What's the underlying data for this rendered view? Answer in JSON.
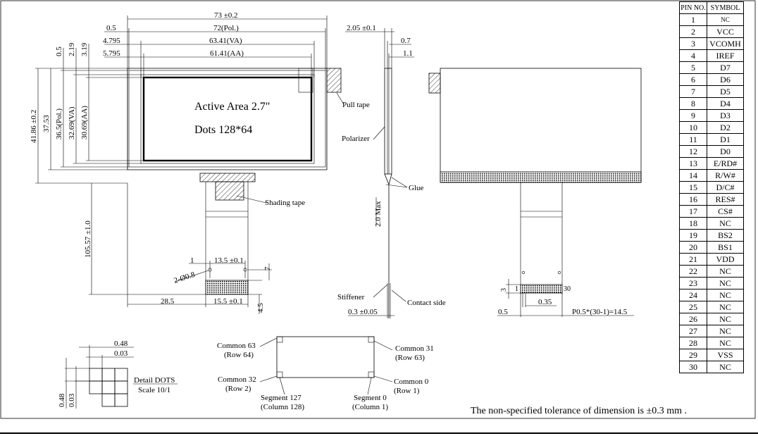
{
  "front_view": {
    "dims": {
      "overall_width": "73 ±0.2",
      "pol_width": "72(Pol.)",
      "va_width": "63.41(VA)",
      "aa_width": "61.41(AA)",
      "left_offset_1": "0.5",
      "left_offset_2": "4.795",
      "left_offset_3": "5.795",
      "top_offset_1": "0.5",
      "top_offset_2": "2.19",
      "top_offset_3": "3.19",
      "overall_height": "41.86 ±0.2",
      "height_2": "37.53",
      "pol_height": "36.5(Pol.)",
      "va_height": "32.69(VA)",
      "aa_height": "30.69(AA)",
      "fpc_length": "105.57 ±1.0",
      "fpc_left_offset": "28.5",
      "fpc_width": "15.5 ±0.1",
      "contact_height": "4.5",
      "hole_pitch": "13.5 ±0.1",
      "hole_offset": "1",
      "hole_dia": "2-Ø0.8",
      "hole_height": "7"
    },
    "labels": {
      "active_area": "Active Area 2.7\"",
      "dots": "Dots 128*64",
      "pull_tape": "Pull tape",
      "shading_tape": "Shading tape"
    }
  },
  "side_view": {
    "dims": {
      "thickness": "2.05 ±0.1",
      "d07": "0.7",
      "d11": "1.1",
      "max_height": "2.0 Max",
      "bottom": "0.3 ±0.05"
    },
    "labels": {
      "polarizer": "Polarizer",
      "glue": "Glue",
      "stiffener": "Stiffener",
      "contact_side": "Contact side"
    }
  },
  "back_view": {
    "dims": {
      "d3": "3",
      "pin1": "1",
      "pin30": "30",
      "d05": "0.5",
      "d035": "0.35",
      "pitch": "P0.5*(30-1)=14.5"
    }
  },
  "detail_dots": {
    "d048_top": "0.48",
    "d003_top": "0.03",
    "d048_side": "0.48",
    "d003_side": "0.03",
    "title": "Detail DOTS",
    "scale": "Scale 10/1"
  },
  "mapping": {
    "common63": "Common 63",
    "row64": "(Row 64)",
    "common32": "Common 32",
    "row2": "(Row 2)",
    "segment127": "Segment 127",
    "col128": "(Column 128)",
    "segment0": "Segment 0",
    "col1": "(Column 1)",
    "common31": "Common 31",
    "row63": "(Row 63)",
    "common0": "Common 0",
    "row1": "(Row 1)"
  },
  "tolerance_note": "The non-specified tolerance of dimension is ±0.3 mm .",
  "pin_table": {
    "header_pin": "PIN NO.",
    "header_symbol": "SYMBOL",
    "rows": [
      {
        "pin": "1",
        "symbol": "NC"
      },
      {
        "pin": "2",
        "symbol": "VCC"
      },
      {
        "pin": "3",
        "symbol": "VCOMH"
      },
      {
        "pin": "4",
        "symbol": "IREF"
      },
      {
        "pin": "5",
        "symbol": "D7"
      },
      {
        "pin": "6",
        "symbol": "D6"
      },
      {
        "pin": "7",
        "symbol": "D5"
      },
      {
        "pin": "8",
        "symbol": "D4"
      },
      {
        "pin": "9",
        "symbol": "D3"
      },
      {
        "pin": "10",
        "symbol": "D2"
      },
      {
        "pin": "11",
        "symbol": "D1"
      },
      {
        "pin": "12",
        "symbol": "D0"
      },
      {
        "pin": "13",
        "symbol": "E/RD#"
      },
      {
        "pin": "14",
        "symbol": "R/W#"
      },
      {
        "pin": "15",
        "symbol": "D/C#"
      },
      {
        "pin": "16",
        "symbol": "RES#"
      },
      {
        "pin": "17",
        "symbol": "CS#"
      },
      {
        "pin": "18",
        "symbol": "NC"
      },
      {
        "pin": "19",
        "symbol": "BS2"
      },
      {
        "pin": "20",
        "symbol": "BS1"
      },
      {
        "pin": "21",
        "symbol": "VDD"
      },
      {
        "pin": "22",
        "symbol": "NC"
      },
      {
        "pin": "23",
        "symbol": "NC"
      },
      {
        "pin": "24",
        "symbol": "NC"
      },
      {
        "pin": "25",
        "symbol": "NC"
      },
      {
        "pin": "26",
        "symbol": "NC"
      },
      {
        "pin": "27",
        "symbol": "NC"
      },
      {
        "pin": "28",
        "symbol": "NC"
      },
      {
        "pin": "29",
        "symbol": "VSS"
      },
      {
        "pin": "30",
        "symbol": "NC"
      }
    ]
  }
}
